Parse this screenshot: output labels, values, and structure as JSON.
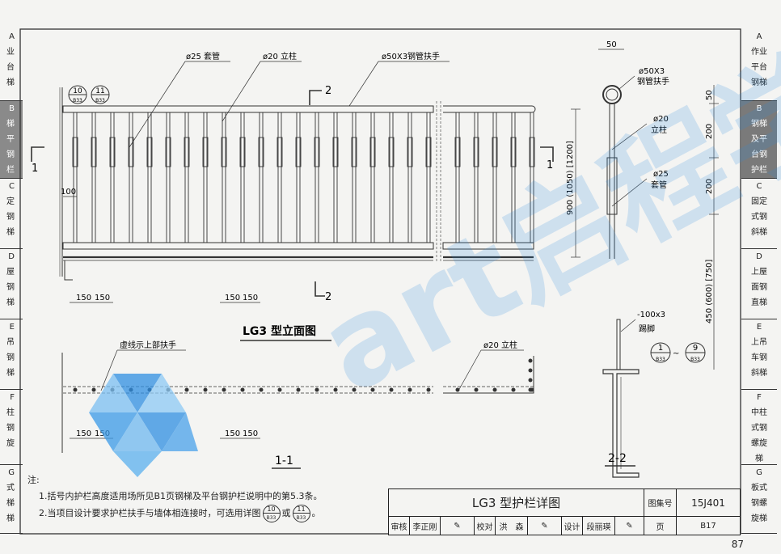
{
  "drawing": {
    "elevation_title": "LG3 型立面图",
    "section_1_title": "1-1",
    "section_2_title": "2-2",
    "labels": {
      "sleeve_25": "ø25 套管",
      "post_20": "ø20 立柱",
      "handrail": "ø50X3钢管扶手",
      "dashed_top": "虚线示上部扶手",
      "post_20_plan": "ø20 立柱",
      "s2_handrail_1": "ø50X3",
      "s2_handrail_2": "钢管扶手",
      "s2_post_1": "ø20",
      "s2_post_2": "立柱",
      "s2_sleeve_1": "ø25",
      "s2_sleeve_2": "套管",
      "s2_kick_1": "-100x3",
      "s2_kick_2": "踢脚"
    },
    "dims": {
      "d100": "100",
      "d150": "150",
      "d50": "50",
      "d200": "200",
      "h900": "900 (1050) [1200]",
      "h450": "450 (600) [750]"
    },
    "section_marks": {
      "one": "1",
      "two": "2"
    },
    "detail_refs": [
      {
        "top": "10",
        "bottom": "B33"
      },
      {
        "top": "11",
        "bottom": "B33"
      },
      {
        "top": "1",
        "bottom": "B33"
      },
      {
        "top": "9",
        "bottom": "B33"
      }
    ]
  },
  "right_tabs": [
    {
      "letter": "A",
      "text": "作业\n平台\n钢梯",
      "active": false
    },
    {
      "letter": "B",
      "text": "钢梯\n及平\n台钢\n护栏",
      "active": true
    },
    {
      "letter": "C",
      "text": "固定\n式钢\n斜梯",
      "active": false
    },
    {
      "letter": "D",
      "text": "上屋\n面钢\n直梯",
      "active": false
    },
    {
      "letter": "E",
      "text": "上吊\n车钢\n斜梯",
      "active": false
    },
    {
      "letter": "F",
      "text": "中柱\n式钢\n螺旋\n梯",
      "active": false
    },
    {
      "letter": "G",
      "text": "板式\n钢螺\n旋梯",
      "active": false
    }
  ],
  "left_tabs": [
    {
      "letter": "A",
      "text": "业\n台\n梯",
      "active": false
    },
    {
      "letter": "B",
      "text": "梯\n平\n钢\n栏",
      "active": true
    },
    {
      "letter": "C",
      "text": "定\n钢\n梯",
      "active": false
    },
    {
      "letter": "D",
      "text": "屋\n钢\n梯",
      "active": false
    },
    {
      "letter": "E",
      "text": "吊\n钢\n梯",
      "active": false
    },
    {
      "letter": "F",
      "text": "柱\n钢\n旋",
      "active": false
    },
    {
      "letter": "G",
      "text": "式\n梯\n梯",
      "active": false
    }
  ],
  "notes": {
    "heading": "注:",
    "line1_a": "1.括号内护栏高度适用场所见B1页钢梯及平台钢护栏说明中的第5.3条。",
    "line2_a": "2.当项目设计要求护栏扶手与墙体相连接时，可选用详图",
    "line2_b": "或",
    "line2_c": "。",
    "ref1": {
      "top": "10",
      "bottom": "B33"
    },
    "ref2": {
      "top": "11",
      "bottom": "B33"
    }
  },
  "title_block": {
    "title": "LG3 型护栏详图",
    "atlas_label": "图集号",
    "atlas_no": "15J401",
    "review_label": "审核",
    "review_name": "李正刚",
    "check_label": "校对",
    "check_name": "洪　森",
    "design_label": "设计",
    "design_name": "段丽瑛",
    "page_label": "页",
    "page_no": "B17"
  },
  "page_number": "87",
  "watermark": "art启程学院",
  "colors": {
    "line": "#333333",
    "active_tab": "#7a7a7a",
    "watermark": "#2a8be0"
  }
}
